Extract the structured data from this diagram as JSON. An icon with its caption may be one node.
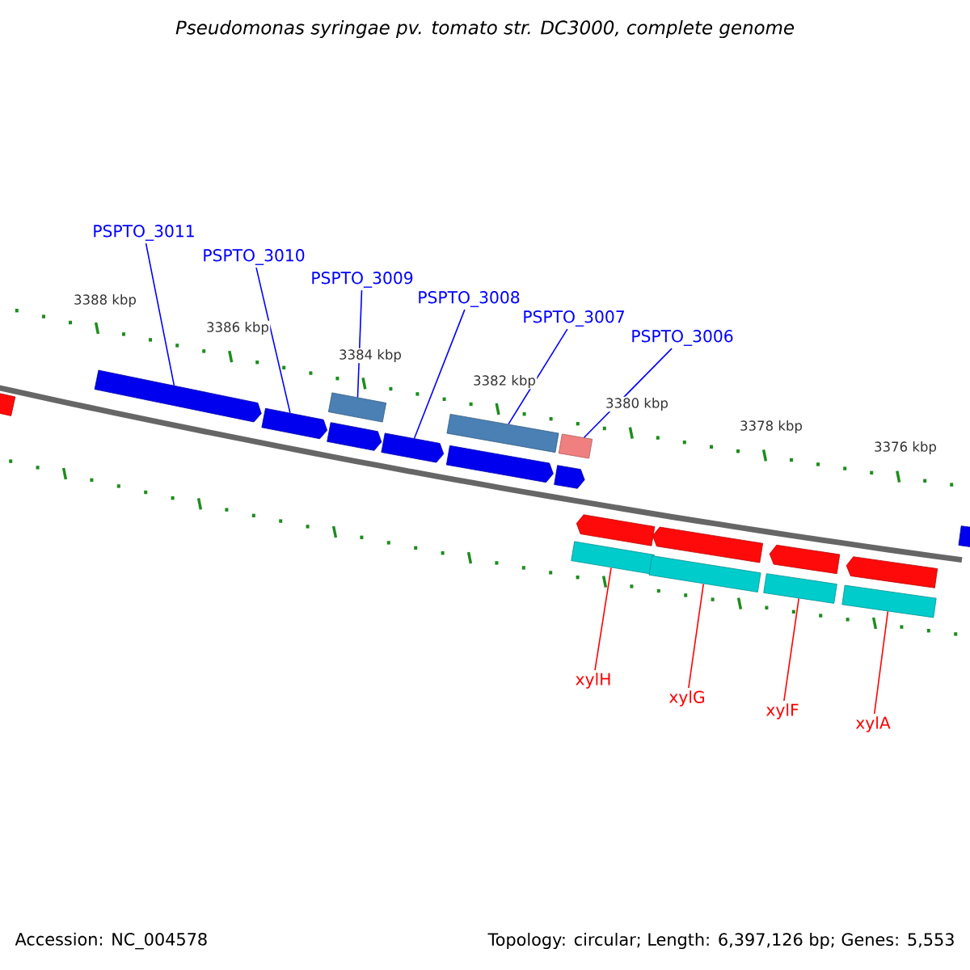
{
  "diagram": {
    "title": "Pseudomonas syringae pv. tomato str. DC3000, complete genome",
    "nodes": [
      {
        "text": [
          "PSPTO_3011"
        ]
      },
      {
        "text": [
          "PSPTO_3010"
        ]
      },
      {
        "text": [
          "PSPTO_3009"
        ]
      },
      {
        "text": [
          "PSPTO_3008"
        ]
      },
      {
        "text": [
          "PSPTO_3007"
        ]
      },
      {
        "text": [
          "PSPTO_3006"
        ]
      },
      {
        "text": [
          "xylH"
        ]
      },
      {
        "text": [
          "xylG"
        ]
      },
      {
        "text": [
          "xylF"
        ]
      },
      {
        "text": [
          "xylA"
        ]
      },
      {
        "text": [],
        "shape": "bar"
      },
      {
        "text": [],
        "shape": "bar"
      },
      {
        "text": [],
        "shape": "bar"
      },
      {
        "text": [],
        "shape": "bar"
      },
      {
        "text": [],
        "shape": "bar"
      },
      {
        "text": [],
        "shape": "bar"
      },
      {
        "text": [],
        "shape": "bar"
      },
      {
        "text": [],
        "shape": "bar"
      },
      {
        "text": [],
        "shape": "bar"
      },
      {
        "text": [],
        "shape": "bar"
      },
      {
        "text": [],
        "shape": "bar"
      },
      {
        "text": [],
        "shape": "bar"
      },
      {
        "text": [],
        "shape": "bar"
      },
      {
        "text": [],
        "shape": "bar"
      },
      {
        "text": [],
        "shape": "bar"
      },
      {
        "text": [],
        "shape": "bar"
      },
      {
        "text": [],
        "shape": "bar"
      },
      {
        "text": [],
        "shape": "bar"
      },
      {
        "text": [],
        "shape": "bar"
      }
    ],
    "edges": [
      {
        "from": 0,
        "to": 11,
        "arrow": "none"
      },
      {
        "from": 1,
        "to": 12,
        "arrow": "none"
      },
      {
        "from": 2,
        "to": 14,
        "arrow": "none"
      },
      {
        "from": 3,
        "to": 15,
        "arrow": "none"
      },
      {
        "from": 4,
        "to": 17,
        "arrow": "none"
      },
      {
        "from": 5,
        "to": 19,
        "arrow": "none"
      },
      {
        "from": 6,
        "to": 20,
        "arrow": "none",
        "color": "#ff0000"
      },
      {
        "from": 7,
        "to": 22,
        "arrow": "none",
        "color": "#ff0000"
      },
      {
        "from": 8,
        "to": 24,
        "arrow": "none",
        "color": "#ff0000"
      },
      {
        "from": 9,
        "to": 26,
        "arrow": "none",
        "color": "#ff0000"
      }
    ],
    "labels": [
      "3388 kbp",
      "3386 kbp",
      "3384 kbp",
      "3382 kbp",
      "3380 kbp",
      "3378 kbp",
      "3376 kbp",
      "Accession: NC_004578",
      "Topology: circular; Length: 6,397,126 bp; Genes: 5,553"
    ]
  }
}
